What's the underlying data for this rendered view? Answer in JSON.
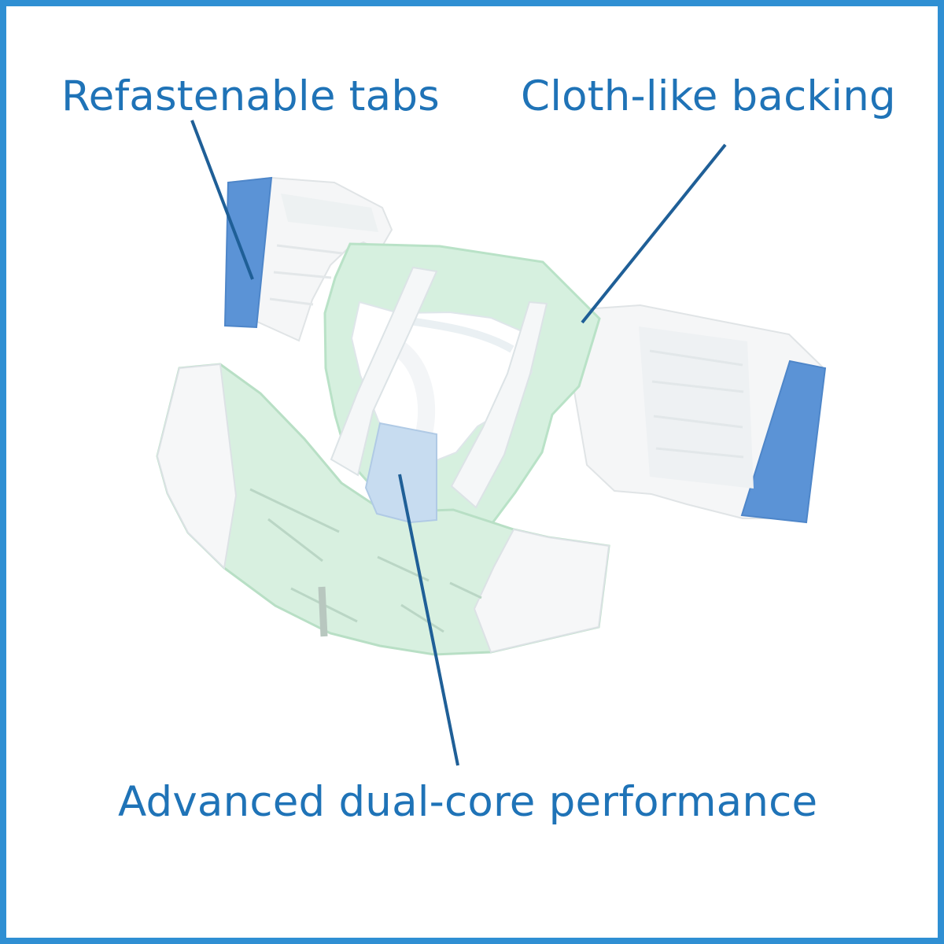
{
  "labels": {
    "refastenable_tabs": "Refastenable tabs",
    "cloth_like_backing": "Cloth-like backing",
    "dual_core": "Advanced dual-core performance"
  },
  "colors": {
    "frame": "#2f8fd3",
    "label_text": "#1f73b7",
    "leader_line": "#1f5f97",
    "tab_blue": "#5b93d6",
    "green_panel": "#d6f0df",
    "green_edge": "#b9e2c7",
    "white_panel": "#f3f5f6",
    "core_blue": "#c7dcf0"
  }
}
